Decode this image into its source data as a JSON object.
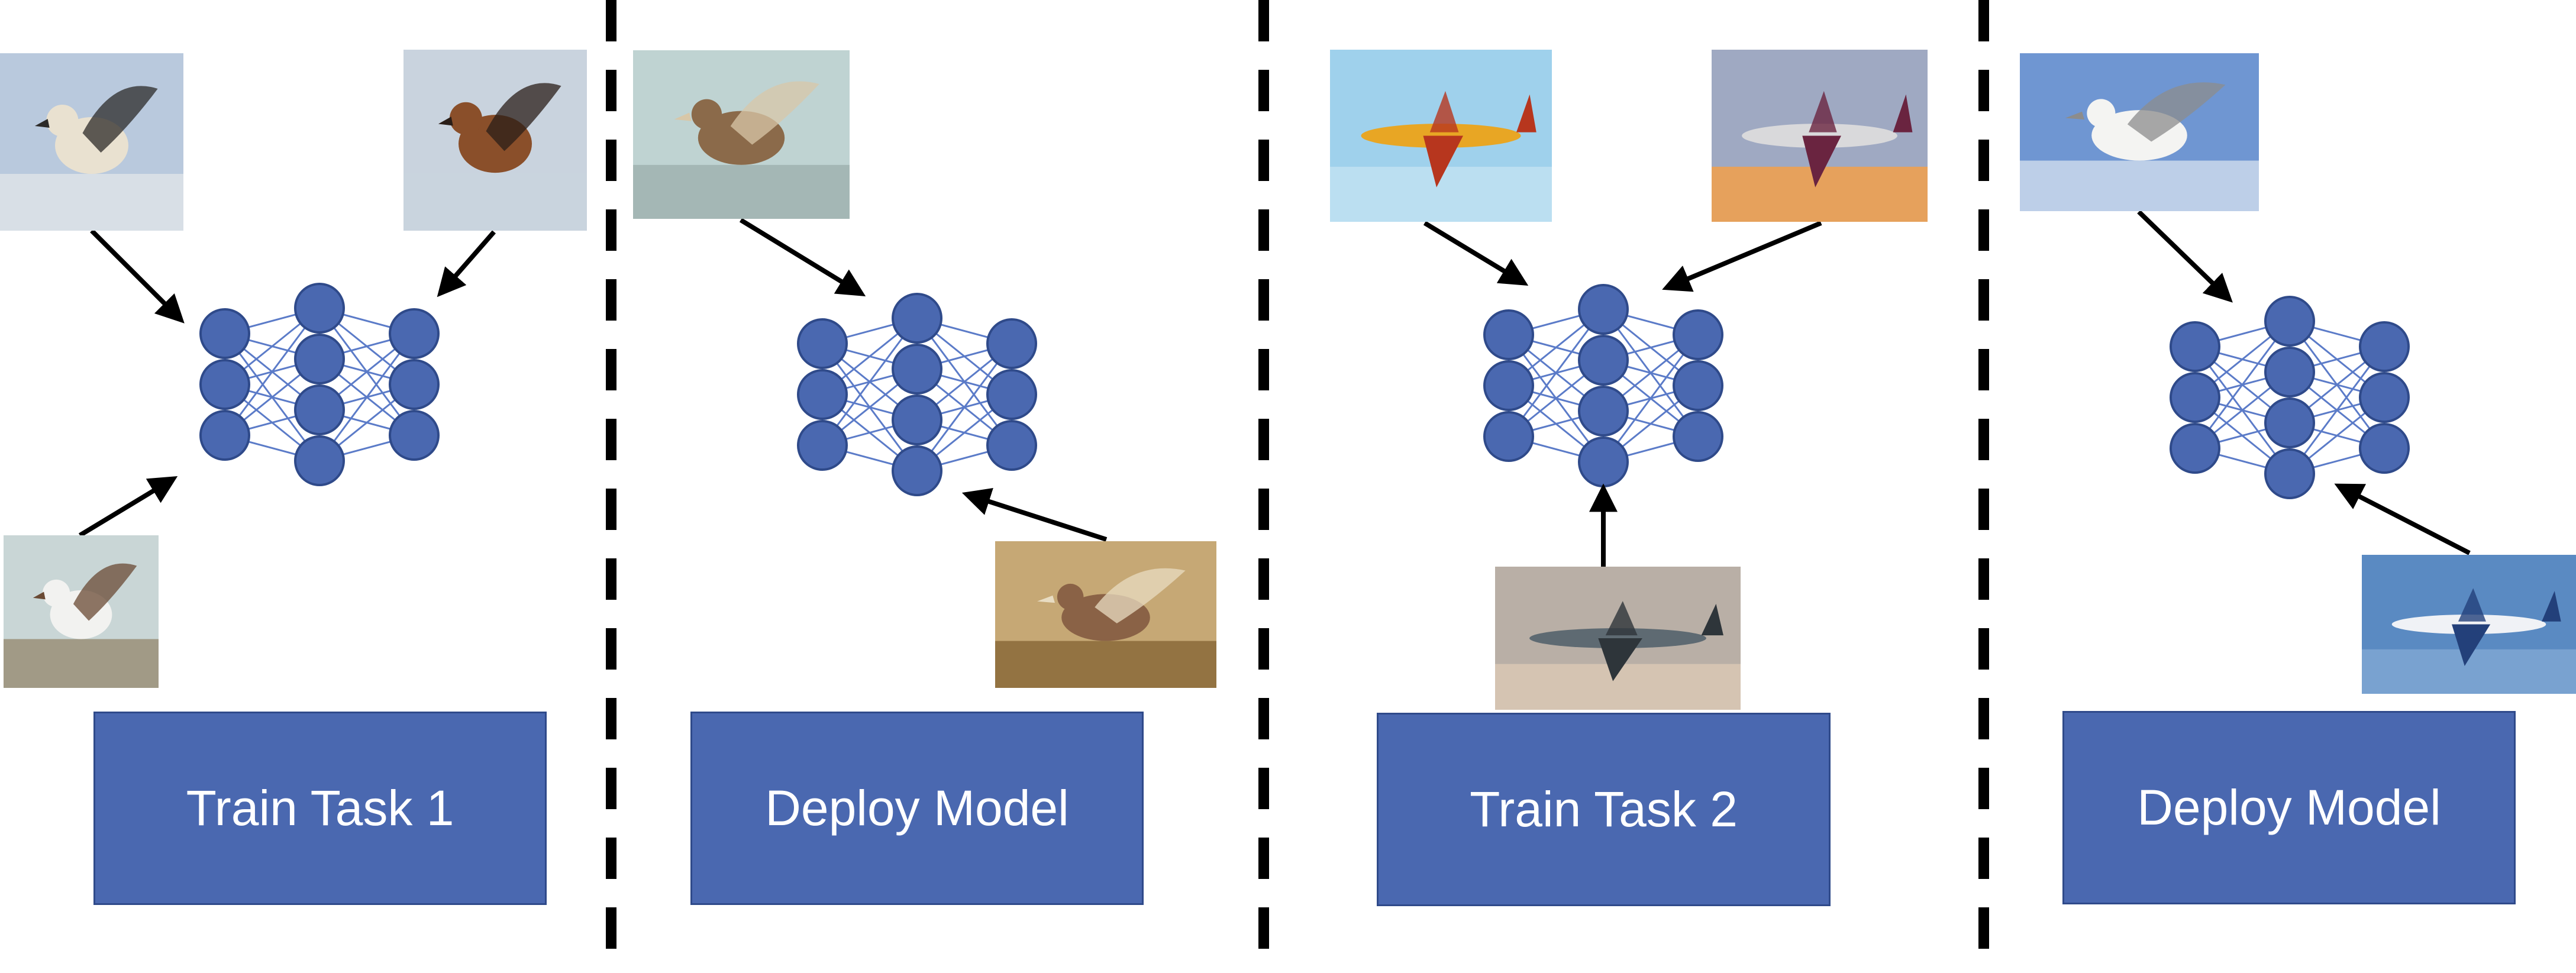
{
  "colors": {
    "node_fill": "#4A68B0",
    "node_stroke": "#2F4A8A",
    "edge": "#5B7BC8",
    "box_fill": "#4A68B0",
    "box_text": "#FFFFFF",
    "divider": "#000000",
    "arrow": "#000000"
  },
  "panels": [
    {
      "label": "Train Task 1",
      "images": [
        {
          "subject": "egyptian-vulture",
          "sky": "#B9C9DD",
          "ground": "#DDE3E8",
          "body": "#E9E1D0",
          "accent": "#2C2A28"
        },
        {
          "subject": "red-kite",
          "sky": "#C9D3DE",
          "ground": "#C9D3DE",
          "body": "#8A4F2A",
          "accent": "#2A1E18"
        },
        {
          "subject": "seagull-flying",
          "sky": "#C9D6D6",
          "ground": "#9A8F78",
          "body": "#F2F2F0",
          "accent": "#6A4A34"
        }
      ]
    },
    {
      "label": "Deploy Model",
      "images": [
        {
          "subject": "sparrow-perched",
          "sky": "#BFD3D2",
          "ground": "#9FB2B0",
          "body": "#8B6A4A",
          "accent": "#D8C7A8"
        },
        {
          "subject": "sparrow-branch",
          "sky": "#C6A875",
          "ground": "#8A6A3A",
          "body": "#8A6246",
          "accent": "#E8DCC2"
        }
      ]
    },
    {
      "label": "Train Task 2",
      "images": [
        {
          "subject": "biplane",
          "sky": "#9FD1EC",
          "ground": "#BFE2F2",
          "body": "#E8A624",
          "accent": "#B7361E"
        },
        {
          "subject": "qatar-airliner",
          "sky": "#9FA9C2",
          "ground": "#F2A04A",
          "body": "#D9D9DB",
          "accent": "#6A2440"
        },
        {
          "subject": "fighter-jet",
          "sky": "#B9AFA6",
          "ground": "#D9C8B4",
          "body": "#5E6A72",
          "accent": "#2E353A"
        }
      ]
    },
    {
      "label": "Deploy Model",
      "images": [
        {
          "subject": "seagull-sky",
          "sky": "#6F96D2",
          "ground": "#CBD9EC",
          "body": "#F4F4F2",
          "accent": "#8C8C8C"
        },
        {
          "subject": "united-airliner",
          "sky": "#5A8AC2",
          "ground": "#7FA6D2",
          "body": "#F0F2F6",
          "accent": "#23407A"
        }
      ]
    }
  ]
}
